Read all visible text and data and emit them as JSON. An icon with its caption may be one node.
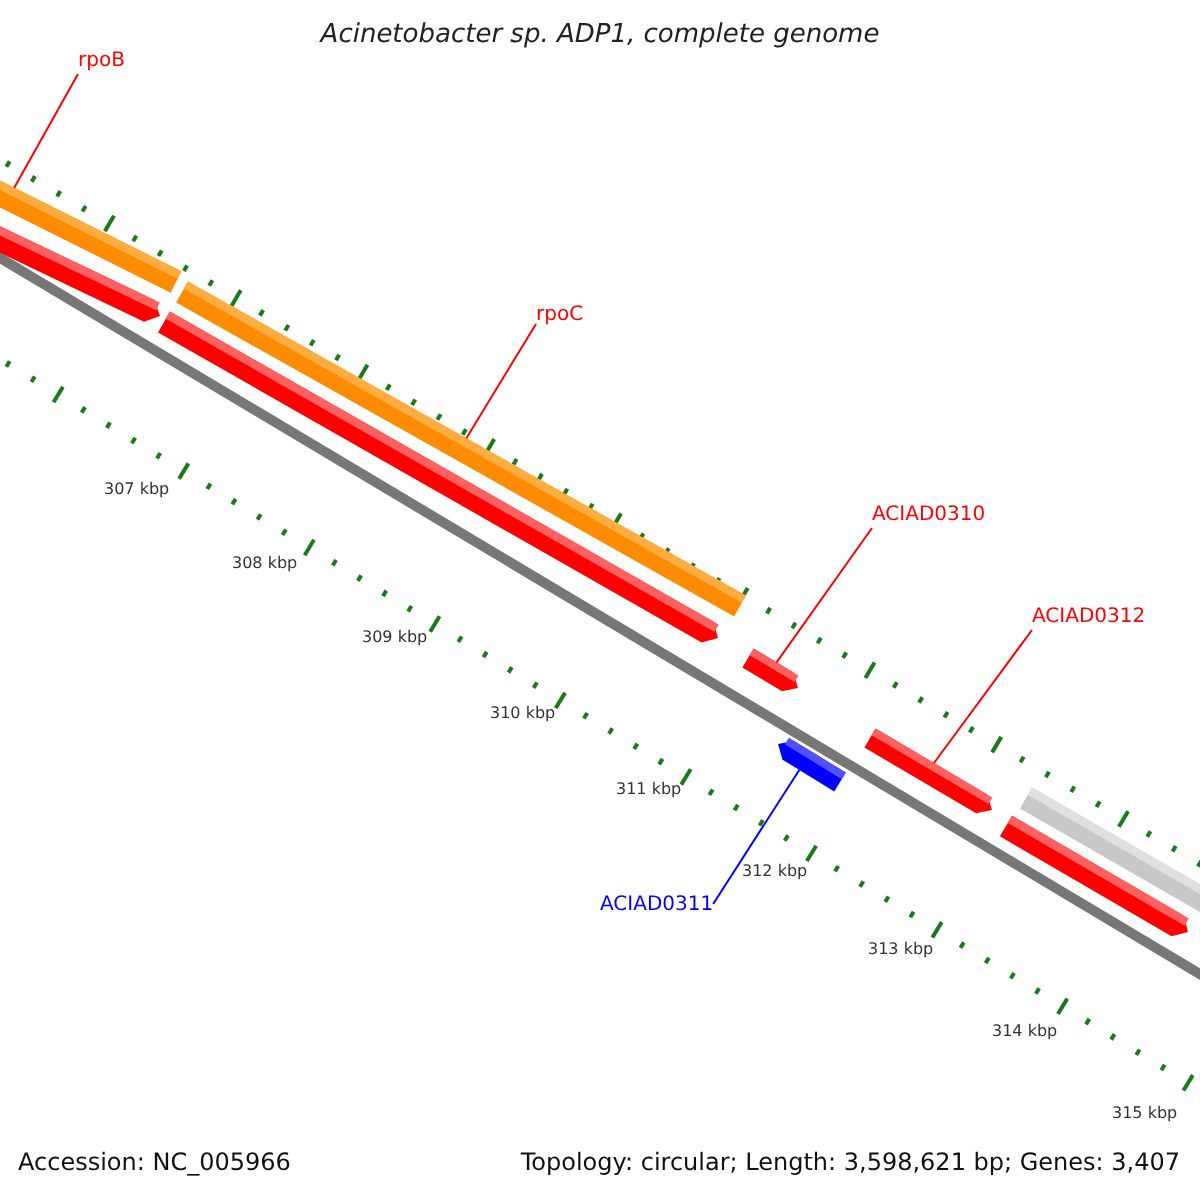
{
  "diagram": {
    "title": "Acinetobacter sp. ADP1, complete genome",
    "nodes": [
      {
        "text": [
          "rpoB"
        ]
      },
      {
        "text": [],
        "shape": "bar"
      },
      {
        "text": [
          "rpoC"
        ]
      },
      {
        "text": [],
        "shape": "bar"
      },
      {
        "text": [
          "ACIAD0310"
        ]
      },
      {
        "text": [],
        "shape": "bar"
      },
      {
        "text": [
          "ACIAD0312"
        ]
      },
      {
        "text": [],
        "shape": "bar"
      },
      {
        "text": [
          "ACIAD0311"
        ]
      },
      {
        "text": [],
        "shape": "bar"
      }
    ],
    "edges": [
      {
        "from": 0,
        "to": 1,
        "arrow": "none"
      },
      {
        "from": 2,
        "to": 3,
        "arrow": "none"
      },
      {
        "from": 4,
        "to": 5,
        "arrow": "none"
      },
      {
        "from": 6,
        "to": 7,
        "arrow": "none"
      },
      {
        "from": 8,
        "to": 9,
        "arrow": "none",
        "color": "#0000ff"
      }
    ],
    "labels": [
      "307 kbp",
      "308 kbp",
      "309 kbp",
      "310 kbp",
      "311 kbp",
      "312 kbp",
      "313 kbp",
      "314 kbp",
      "315 kbp",
      "Accession: NC_005966",
      "Topology: circular; Length: 3,598,621 bp; Genes: 3,407"
    ]
  }
}
